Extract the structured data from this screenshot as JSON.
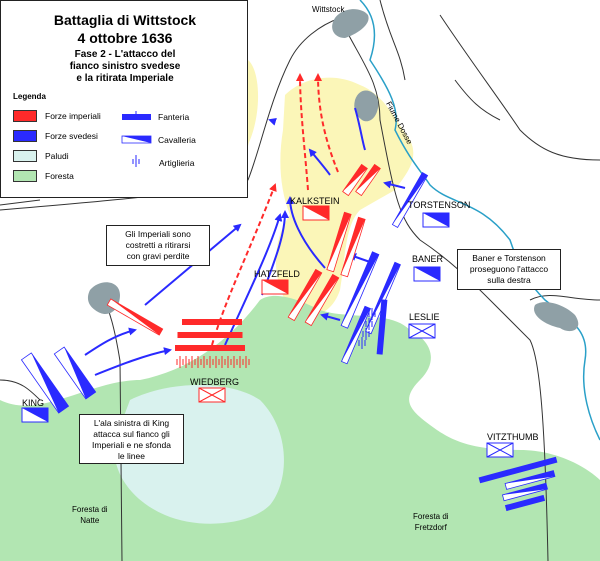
{
  "legend": {
    "title": "Battaglia di Wittstock",
    "date": "4 ottobre 1636",
    "subtitle_lines": [
      "Fase 2 - L'attacco del",
      "fianco sinistro svedese",
      "e la ritirata Imperiale"
    ],
    "heading": "Legenda",
    "items": [
      {
        "label": "Forze imperiali",
        "color": "#ff2a2a"
      },
      {
        "label": "Forze svedesi",
        "color": "#2a2aff"
      },
      {
        "label": "Paludi",
        "color": "#d9f2ee"
      },
      {
        "label": "Foresta",
        "color": "#b2e6b2"
      }
    ],
    "symbols": [
      {
        "label": "Fanteria",
        "icon": "infantry-icon"
      },
      {
        "label": "Cavalleria",
        "icon": "cavalry-icon"
      },
      {
        "label": "Artiglieria",
        "icon": "artillery-icon"
      }
    ]
  },
  "places": {
    "town": "Wittstock",
    "river": "Fiume Dosse",
    "forest_west": [
      "Foresta di",
      "Natte"
    ],
    "forest_east": [
      "Foresta di",
      "Fretzdorf"
    ]
  },
  "commanders": {
    "kalkstein": "KALKSTEIN",
    "torstenson": "TORSTENSON",
    "baner": "BANER",
    "hatzfeld": "HATZFELD",
    "leslie": "LESLIE",
    "wiedberg": "WIEDBERG",
    "king": "KING",
    "vitzthumb": "VITZTHUMB"
  },
  "callouts": {
    "retreat": [
      "Gli Imperiali sono",
      "costretti a ritirarsi",
      "con gravi perdite"
    ],
    "baner": [
      "Baner e Torstenson",
      "proseguono l'attacco",
      "sulla destra"
    ],
    "king": [
      "L'ala sinistra di King",
      "attacca sul fianco gli",
      "Imperiali e ne sfonda",
      "le linee"
    ]
  },
  "colors": {
    "imperial": "#ff2a2a",
    "swedish": "#2a2aff",
    "forest": "#b2e6b2",
    "marsh": "#d9f2ee",
    "heath": "#fbf6b8",
    "river": "#2aa0c8",
    "lake": "#8fa0a6"
  }
}
